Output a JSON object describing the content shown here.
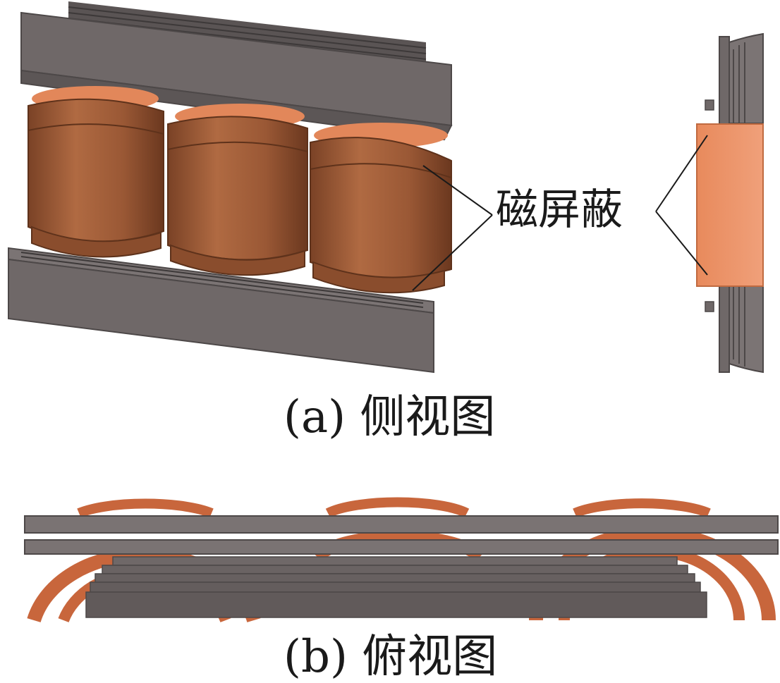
{
  "labels": {
    "shield": "磁屏蔽",
    "side_caption": "(a) 侧视图",
    "top_caption": "(b) 俯视图"
  },
  "colors": {
    "steel": "#6f6868",
    "steel_dark": "#4d4848",
    "steel_light": "#8a8383",
    "copper": "#a0603c",
    "copper_dark": "#6f3d22",
    "shield_orange": "#e2875a",
    "leader": "#1a1a1a"
  }
}
